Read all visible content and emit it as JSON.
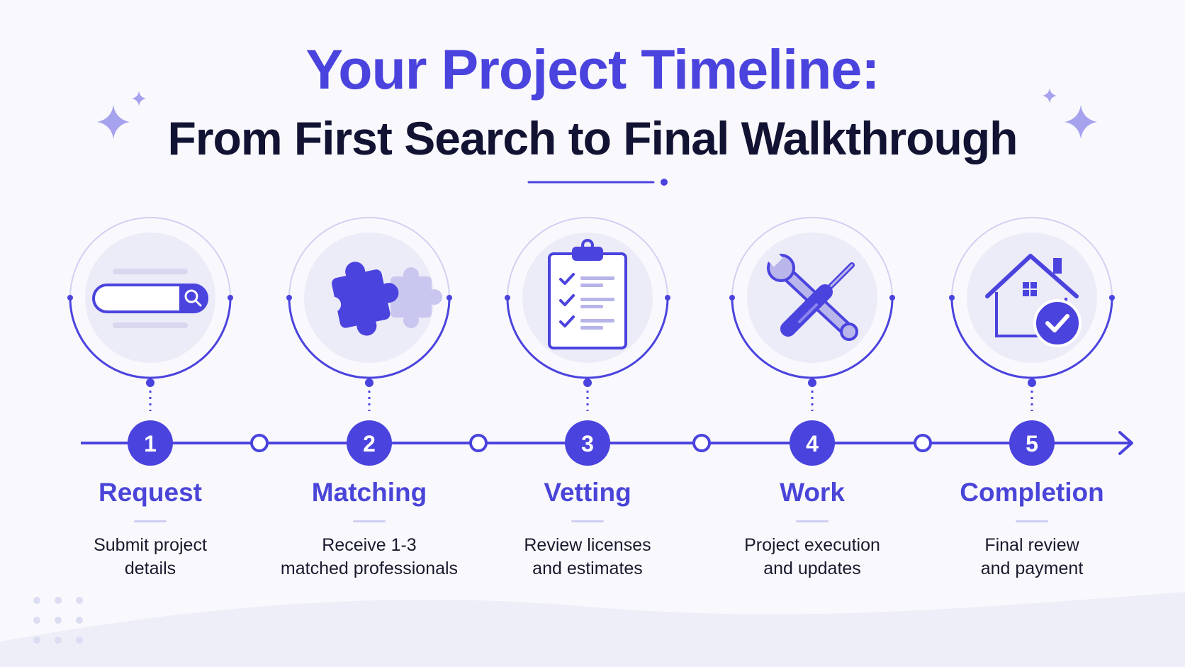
{
  "header": {
    "title_line1": "Your Project Timeline:",
    "title_line2": "From First Search to Final Walkthrough"
  },
  "steps": [
    {
      "number": "1",
      "title": "Request",
      "desc_line1": "Submit project",
      "desc_line2": "details",
      "icon": "search-bar-icon"
    },
    {
      "number": "2",
      "title": "Matching",
      "desc_line1": "Receive 1-3",
      "desc_line2": "matched professionals",
      "icon": "puzzle-icon"
    },
    {
      "number": "3",
      "title": "Vetting",
      "desc_line1": "Review licenses",
      "desc_line2": "and estimates",
      "icon": "clipboard-checklist-icon"
    },
    {
      "number": "4",
      "title": "Work",
      "desc_line1": "Project execution",
      "desc_line2": "and updates",
      "icon": "wrench-screwdriver-icon"
    },
    {
      "number": "5",
      "title": "Completion",
      "desc_line1": "Final review",
      "desc_line2": "and payment",
      "icon": "house-check-icon"
    }
  ],
  "colors": {
    "accent": "#4b43de",
    "dark_text": "#121233",
    "soft_circle": "#ecebf8",
    "background": "#f9f9fd"
  }
}
